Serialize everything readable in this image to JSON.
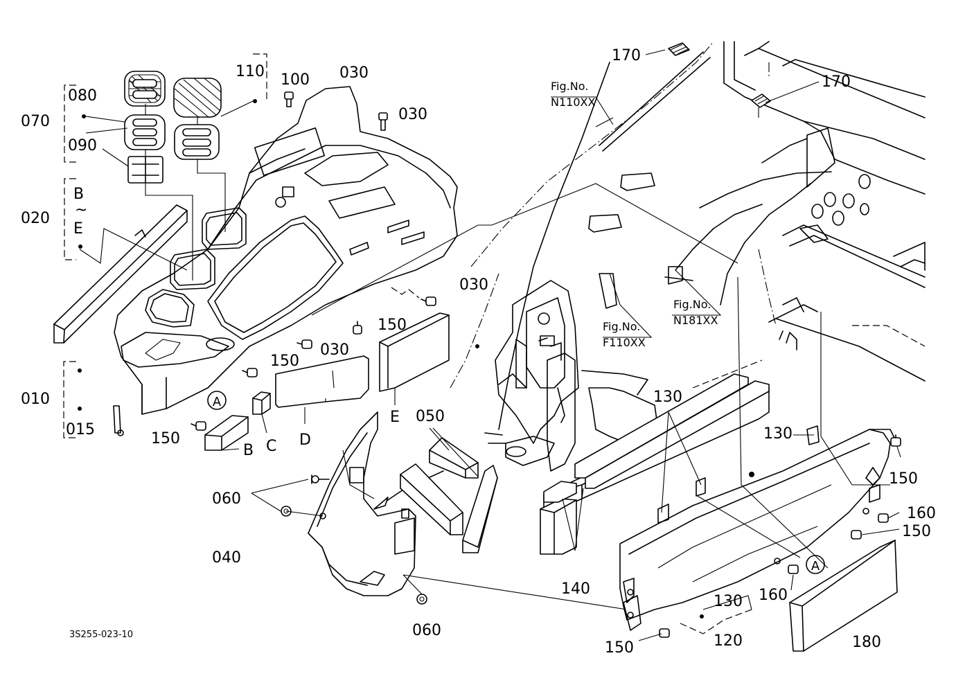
{
  "diagram_code": "3S255-023-10",
  "figure_refs": [
    {
      "line1": "Fig.No.",
      "line2": "N110XX"
    },
    {
      "line1": "Fig.No.",
      "line2": "F110XX"
    },
    {
      "line1": "Fig.No.",
      "line2": "N181XX"
    }
  ],
  "callouts": [
    "170",
    "170",
    "110",
    "100",
    "030",
    "030",
    "080",
    "070",
    "090",
    "020",
    "B",
    "~",
    "E",
    "030",
    "150",
    "030",
    "150",
    "010",
    "015",
    "150",
    "B",
    "C",
    "D",
    "E",
    "050",
    "060",
    "040",
    "060",
    "130",
    "130",
    "150",
    "160",
    "150",
    "140",
    "160",
    "130",
    "120",
    "150",
    "180",
    "A",
    "A"
  ]
}
